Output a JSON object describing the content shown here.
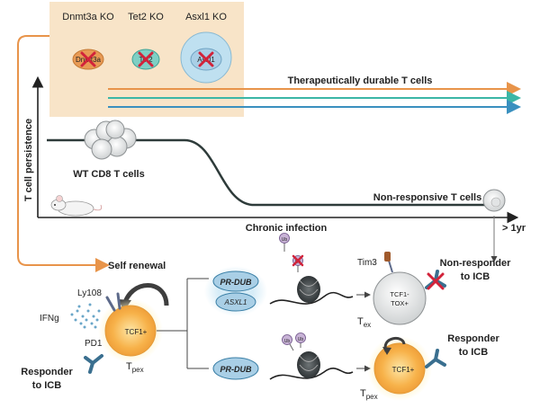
{
  "ko_labels": {
    "dnmt3a": "Dnmt3a KO",
    "tet2": "Tet2 KO",
    "asxl1": "Asxl1 KO"
  },
  "ko_cell_labels": {
    "dnmt3a": "Dnmt3a",
    "tet2": "Tet2",
    "asxl1": "Asxl1"
  },
  "arrow_label": "Therapeutically durable T cells",
  "y_axis_label": "T cell persistence",
  "wt_label": "WT CD8 T cells",
  "nonresp_label": "Non-responsive T cells",
  "x_axis_label": "Chronic infection",
  "time_label": "> 1yr",
  "self_renewal": "Self renewal",
  "ly108": "Ly108",
  "ifng": "IFNg",
  "pd1": "PD1",
  "tcf1_plus": "TCF1+",
  "tpex_base": "T",
  "tpex_sub": "pex",
  "responder_left_1": "Responder",
  "responder_left_2": "to ICB",
  "prdub": "PR-DUB",
  "asxl1_bubble": "ASXL1",
  "ub": "Ub",
  "tim3": "Tim3",
  "tcf1_minus_1": "TCF1-",
  "tcf1_minus_2": "TOX+",
  "tex_base": "T",
  "tex_sub": "ex",
  "nonresponder_1": "Non-responder",
  "nonresponder_2": "to ICB",
  "responder_right_1": "Responder",
  "responder_right_2": "to ICB",
  "colors": {
    "panel": "#f8e4c8",
    "orange": "#e8944a",
    "green": "#3bb6a6",
    "blue": "#3a90bf",
    "curve": "#2e3b3a",
    "tcf1_cell": "#f7b24a",
    "red_x": "#d2233a"
  }
}
